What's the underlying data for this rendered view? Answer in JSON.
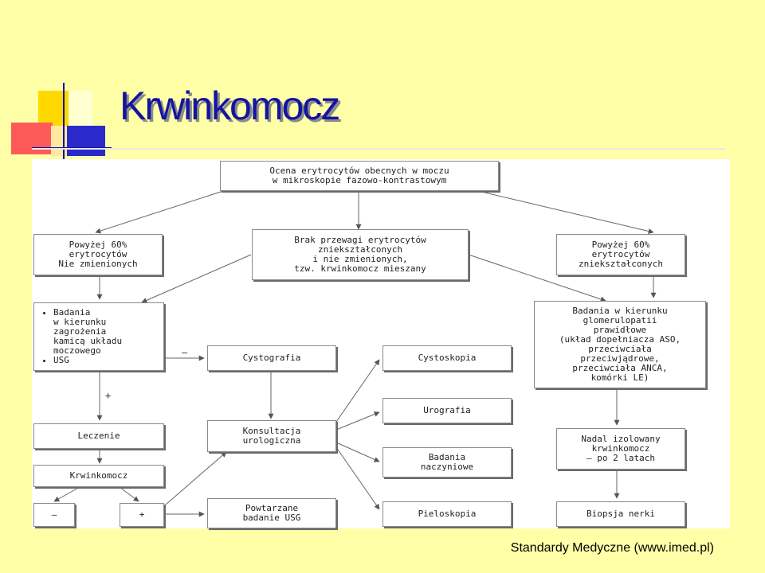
{
  "slide": {
    "title": "Krwinkomocz",
    "footer": "Standardy Medyczne (www.imed.pl)",
    "colors": {
      "background": "#ffffa8",
      "title": "#1414a0",
      "red": "#ff5a5a",
      "yellow": "#ffd800",
      "blue": "#2a2acc"
    }
  },
  "diagram": {
    "top": "Ocena erytrocytów obecnych w moczu\nw mikroskopie fazowo-kontrastowym",
    "left_top": "Powyżej 60%\nerytrocytów\nNie zmienionych",
    "mid_top": "Brak przewagi erytrocytów\nzniekształconych\ni nie zmienionych,\ntzw. krwinkomocz mieszany",
    "right_top": "Powyżej 60%\nerytrocytów\nzniekształconych",
    "left_list": [
      "Badania\nw kierunku\nzagrożenia\nkamicą układu\nmoczowego",
      "USG"
    ],
    "cystografia": "Cystografia",
    "cystoskopia": "Cystoskopia",
    "urografia": "Urografia",
    "naczyniowe": "Badania\nnaczyniowe",
    "pieloskopia": "Pieloskopia",
    "konsultacja": "Konsultacja\nurologiczna",
    "powtarzane": "Powtarzane\nbadanie USG",
    "leczenie": "Leczenie",
    "krwinkomocz": "Krwinkomocz",
    "minus": "—",
    "plus": "+",
    "label_minus": "—",
    "label_plus": "+",
    "glomer": "Badania w kierunku\nglomerulopatii\nprawidłowe\n(układ dopełniacza ASO,\nprzeciwciała\nprzeciwjądrowe,\nprzeciwciała ANCA,\nkomórki LE)",
    "nadal": "Nadal izolowany\nkrwinkomocz\n— po 2 latach",
    "biopsja": "Biopsja nerki"
  }
}
